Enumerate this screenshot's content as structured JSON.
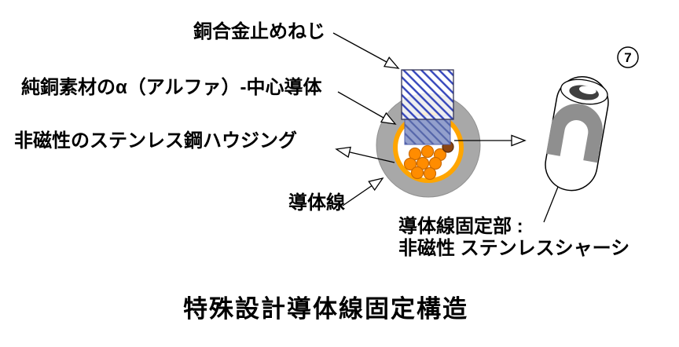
{
  "figure": {
    "number": "7",
    "title": "特殊設計導体線固定構造",
    "labels": {
      "screw": "銅合金止めねじ",
      "center_conductor": "純銅素材のα（アルファ）-中心導体",
      "housing": "非磁性のステンレス鋼ハウジング",
      "conductor_wire": "導体線",
      "fixing_line1": "導体線固定部 :",
      "fixing_line2": "非磁性 ステンレスシャーシ"
    },
    "colors": {
      "housing_gray": "#a8a8a8",
      "ring_orange": "#ffa500",
      "wire_orange": "#ff8c00",
      "screw_hatch_blue": "#3344bb",
      "screw_tip_blue": "#93a0cd",
      "chassis_gray": "#8f8f8f",
      "fixed_wire_dark": "#8b4513"
    }
  }
}
